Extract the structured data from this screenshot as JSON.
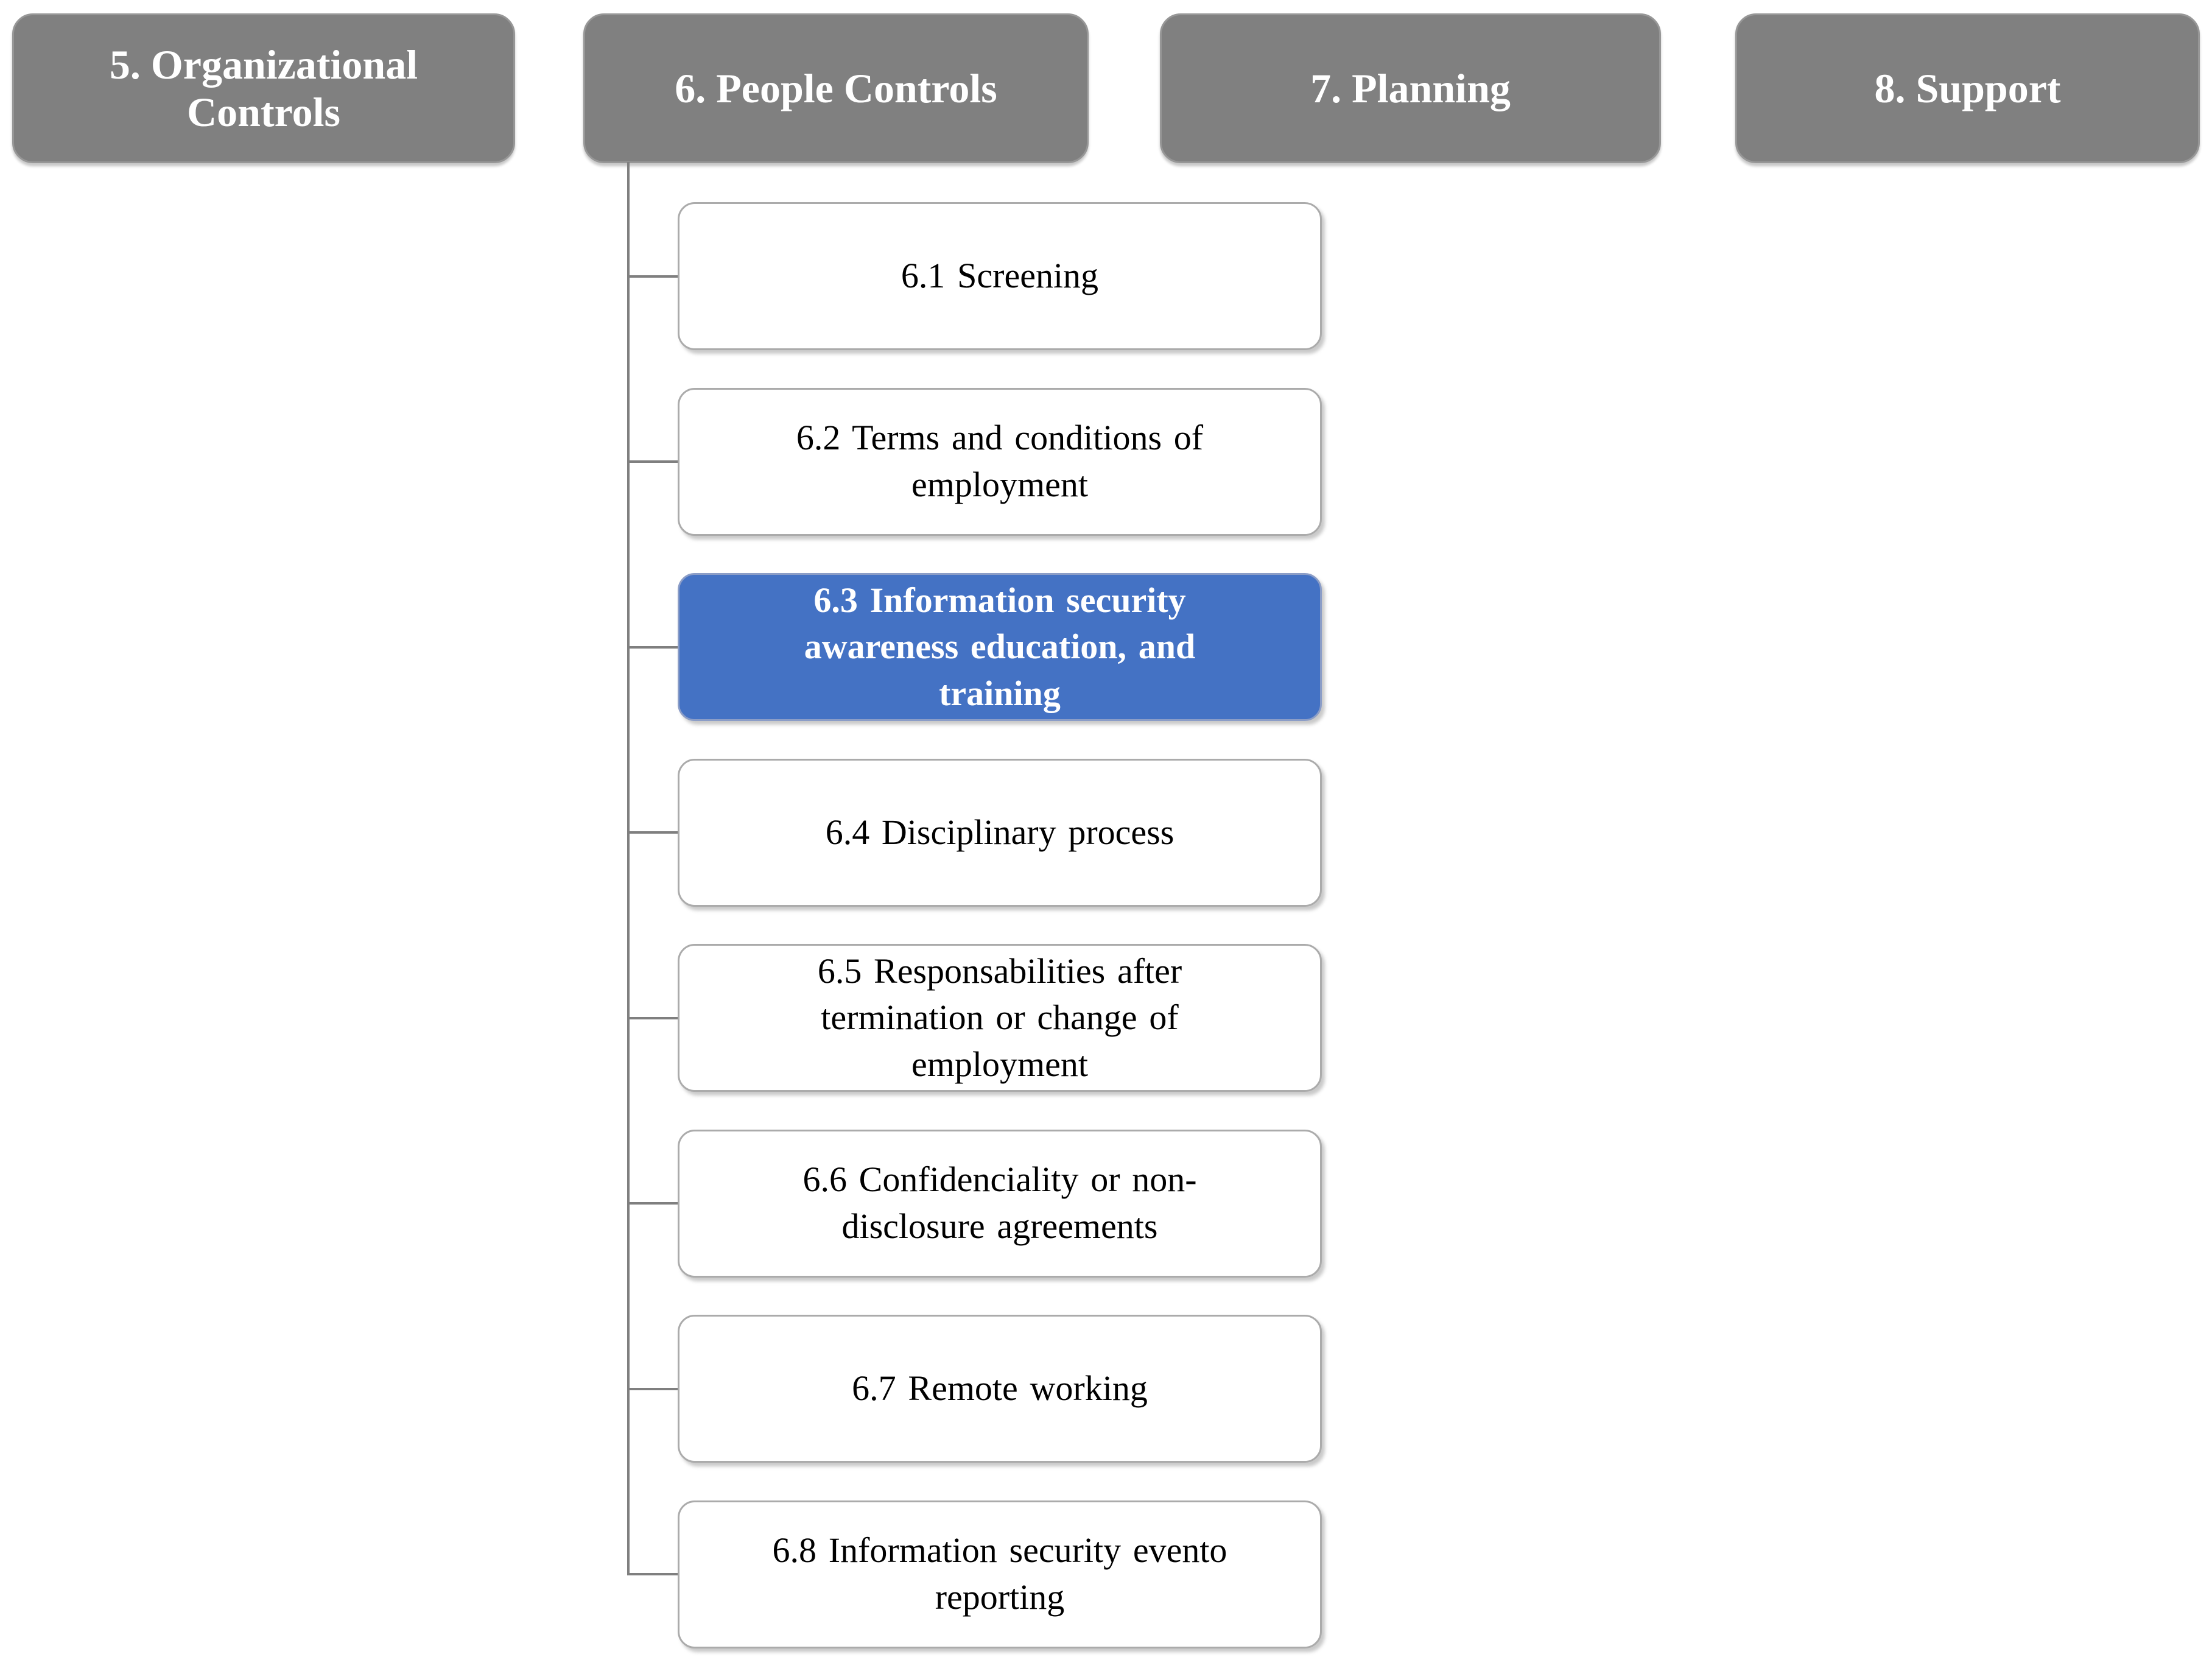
{
  "headers": [
    {
      "label": "5. Organizational Controls"
    },
    {
      "label": "6. People Controls"
    },
    {
      "label": "7. Planning"
    },
    {
      "label": "8. Support"
    }
  ],
  "tree": {
    "parent_label": "6. People Controls",
    "items": [
      {
        "id": "6.1",
        "label": "6.1 Screening",
        "highlighted": false
      },
      {
        "id": "6.2",
        "label": "6.2 Terms and conditions of employment",
        "highlighted": false
      },
      {
        "id": "6.3",
        "label": "6.3 Information security awareness education, and training",
        "highlighted": true
      },
      {
        "id": "6.4",
        "label": "6.4 Disciplinary process",
        "highlighted": false
      },
      {
        "id": "6.5",
        "label": "6.5 Responsabilities after termination or change of employment",
        "highlighted": false
      },
      {
        "id": "6.6",
        "label": "6.6 Confidenciality or non-disclosure agreements",
        "highlighted": false
      },
      {
        "id": "6.7",
        "label": "6.7 Remote working",
        "highlighted": false
      },
      {
        "id": "6.8",
        "label": "6.8 Information security evento reporting",
        "highlighted": false
      }
    ]
  },
  "colors": {
    "header_bg": "#808080",
    "header_text": "#ffffff",
    "item_bg": "#ffffff",
    "item_border": "#ababab",
    "item_text": "#000000",
    "highlight_bg": "#4472c4",
    "highlight_text": "#ffffff",
    "connector": "#7f7f7f",
    "background": "#ffffff"
  }
}
